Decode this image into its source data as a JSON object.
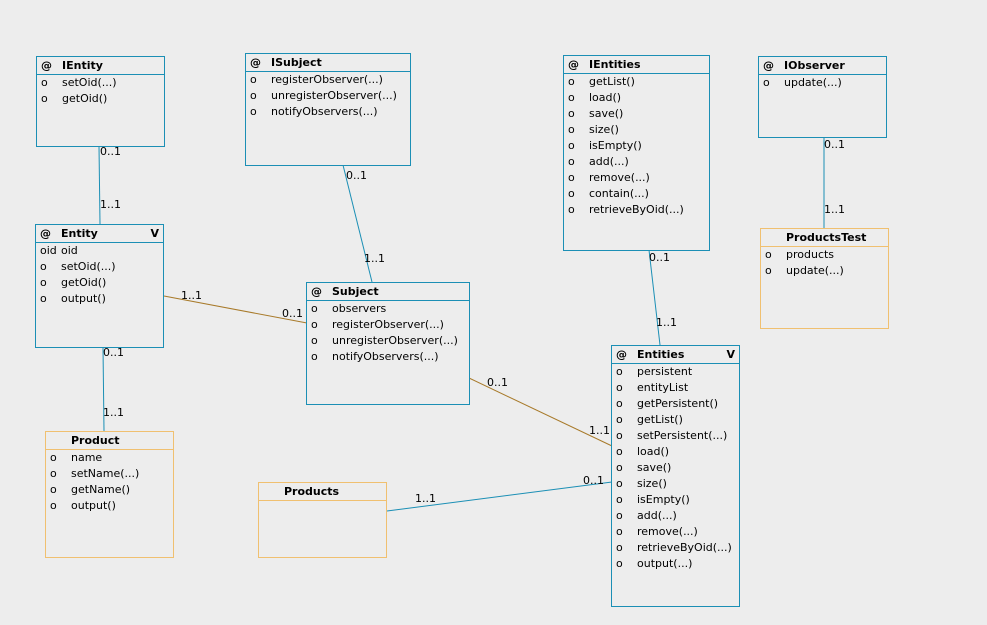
{
  "colors": {
    "background": "#ededed",
    "interface_border": "#1b8fb5",
    "class_border": "#f0c070",
    "assoc_blue": "#1b8fb5",
    "assoc_brown": "#a87a2a"
  },
  "classes": {
    "ientity": {
      "stereo": "@",
      "name": "IEntity",
      "members": [
        {
          "vis": "o",
          "text": "setOid(...)"
        },
        {
          "vis": "o",
          "text": "getOid()"
        }
      ]
    },
    "isubject": {
      "stereo": "@",
      "name": "ISubject",
      "members": [
        {
          "vis": "o",
          "text": "registerObserver(...)"
        },
        {
          "vis": "o",
          "text": "unregisterObserver(...)"
        },
        {
          "vis": "o",
          "text": "notifyObservers(...)"
        }
      ]
    },
    "ientities": {
      "stereo": "@",
      "name": "IEntities",
      "members": [
        {
          "vis": "o",
          "text": "getList()"
        },
        {
          "vis": "o",
          "text": "load()"
        },
        {
          "vis": "o",
          "text": "save()"
        },
        {
          "vis": "o",
          "text": "size()"
        },
        {
          "vis": "o",
          "text": "isEmpty()"
        },
        {
          "vis": "o",
          "text": "add(...)"
        },
        {
          "vis": "o",
          "text": "remove(...)"
        },
        {
          "vis": "o",
          "text": "contain(...)"
        },
        {
          "vis": "o",
          "text": "retrieveByOid(...)"
        }
      ]
    },
    "iobserver": {
      "stereo": "@",
      "name": "IObserver",
      "members": [
        {
          "vis": "o",
          "text": "update(...)"
        }
      ]
    },
    "entity": {
      "stereo": "@",
      "name": "Entity",
      "flag": "V",
      "members": [
        {
          "vis": "oid",
          "text": "oid"
        },
        {
          "vis": "o",
          "text": "setOid(...)"
        },
        {
          "vis": "o",
          "text": "getOid()"
        },
        {
          "vis": "o",
          "text": "output()"
        }
      ]
    },
    "subject": {
      "stereo": "@",
      "name": "Subject",
      "members": [
        {
          "vis": "o",
          "text": "observers"
        },
        {
          "vis": "o",
          "text": "registerObserver(...)"
        },
        {
          "vis": "o",
          "text": "unregisterObserver(...)"
        },
        {
          "vis": "o",
          "text": "notifyObservers(...)"
        }
      ]
    },
    "productstest": {
      "name": "ProductsTest",
      "members": [
        {
          "vis": "o",
          "text": "products"
        },
        {
          "vis": "o",
          "text": "update(...)"
        }
      ]
    },
    "product": {
      "name": "Product",
      "members": [
        {
          "vis": "o",
          "text": "name"
        },
        {
          "vis": "o",
          "text": "setName(...)"
        },
        {
          "vis": "o",
          "text": "getName()"
        },
        {
          "vis": "o",
          "text": "output()"
        }
      ]
    },
    "products": {
      "name": "Products",
      "members": []
    },
    "entities": {
      "stereo": "@",
      "name": "Entities",
      "flag": "V",
      "members": [
        {
          "vis": "o",
          "text": "persistent"
        },
        {
          "vis": "o",
          "text": "entityList"
        },
        {
          "vis": "o",
          "text": "getPersistent()"
        },
        {
          "vis": "o",
          "text": "getList()"
        },
        {
          "vis": "o",
          "text": "setPersistent(...)"
        },
        {
          "vis": "o",
          "text": "load()"
        },
        {
          "vis": "o",
          "text": "save()"
        },
        {
          "vis": "o",
          "text": "size()"
        },
        {
          "vis": "o",
          "text": "isEmpty()"
        },
        {
          "vis": "o",
          "text": "add(...)"
        },
        {
          "vis": "o",
          "text": "remove(...)"
        },
        {
          "vis": "o",
          "text": "retrieveByOid(...)"
        },
        {
          "vis": "o",
          "text": "output(...)"
        }
      ]
    }
  },
  "multiplicities": {
    "ientity_entity_a": "0..1",
    "ientity_entity_b": "1..1",
    "isubject_subject_a": "0..1",
    "isubject_subject_b": "1..1",
    "ientities_entities_a": "0..1",
    "ientities_entities_b": "1..1",
    "iobserver_productstest_a": "0..1",
    "iobserver_productstest_b": "1..1",
    "entity_product_a": "0..1",
    "entity_product_b": "1..1",
    "entity_subject_a": "1..1",
    "entity_subject_b": "0..1",
    "subject_entities_a": "0..1",
    "subject_entities_b": "1..1",
    "products_entities_a": "1..1",
    "products_entities_b": "0..1"
  }
}
